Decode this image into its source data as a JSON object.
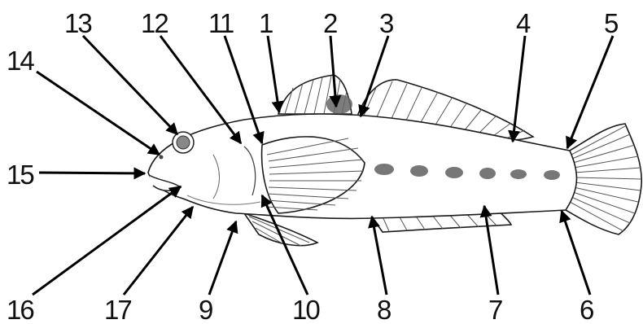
{
  "figure": {
    "labels": [
      "1",
      "2",
      "3",
      "4",
      "5",
      "6",
      "7",
      "8",
      "9",
      "10",
      "11",
      "12",
      "13",
      "14",
      "15",
      "16",
      "17"
    ]
  },
  "colors": {
    "outline": "#1a1a1a",
    "spots": "#777777",
    "background": "#ffffff"
  }
}
